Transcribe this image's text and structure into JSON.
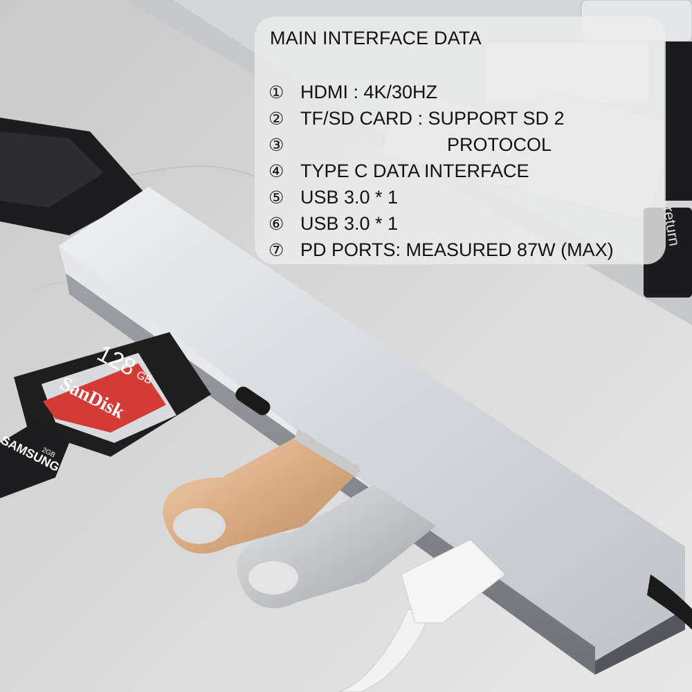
{
  "panel": {
    "title": "MAIN INTERFACE DATA",
    "rows": [
      {
        "num": "①",
        "text": "HDMI : 4K/30HZ"
      },
      {
        "num": "②",
        "text": "TF/SD CARD : SUPPORT SD 2"
      },
      {
        "num": "③",
        "text": "PROTOCOL"
      },
      {
        "num": "④",
        "text": "TYPE C DATA INTERFACE"
      },
      {
        "num": "⑤",
        "text": "USB 3.0 * 1"
      },
      {
        "num": "⑥",
        "text": "USB 3.0 * 1"
      },
      {
        "num": "⑦",
        "text": "PD PORTS: MEASURED 87W (MAX)"
      }
    ]
  },
  "sd_card": {
    "capacity": "128",
    "unit": "GB",
    "brand": "SanDisk"
  },
  "micro_sd": {
    "brand": "SAMSUNG",
    "capacity": "2GB"
  },
  "keyboard": {
    "key_label": "return"
  }
}
